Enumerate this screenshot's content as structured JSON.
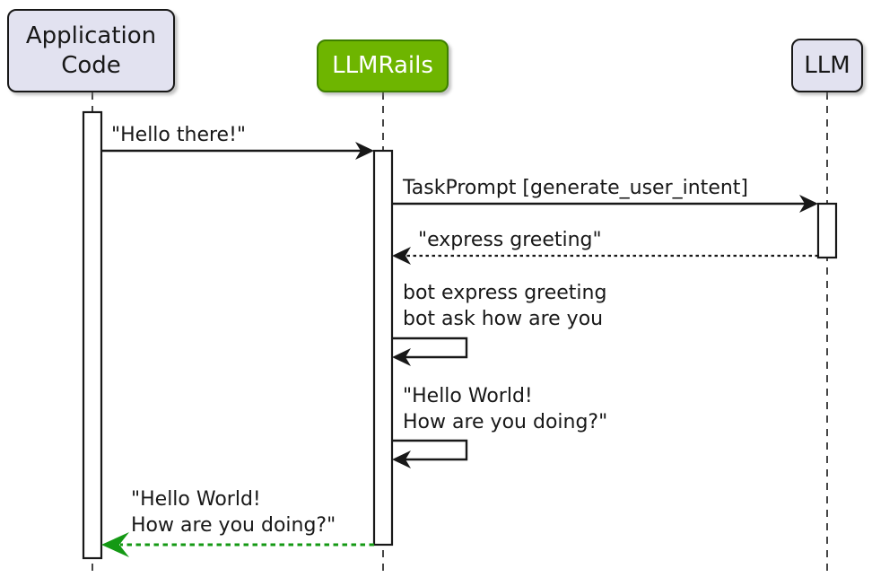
{
  "diagram_type": "uml-sequence-diagram",
  "participants": {
    "app": {
      "line1": "Application",
      "line2": "Code"
    },
    "rails": {
      "label": "LLMRails"
    },
    "llm": {
      "label": "LLM"
    }
  },
  "messages": {
    "hello_there": "\"Hello there!\"",
    "task_prompt": "TaskPrompt [generate_user_intent]",
    "express_greeting": "\"express greeting\"",
    "bot_intent_line1": "bot express greeting",
    "bot_intent_line2": "bot ask how are you",
    "bot_utterance_line1": "\"Hello World!",
    "bot_utterance_line2": "How are you doing?\"",
    "return_line1": "\"Hello World!",
    "return_line2": "How are you doing?\""
  },
  "colors": {
    "participant_fill": "#E2E2F0",
    "participant_border": "#181818",
    "rails_fill": "#6EB500",
    "rails_border": "#3E8000",
    "rails_text": "#FFFFFF",
    "line_color": "#181818",
    "activation_fill": "#FFFFFF",
    "return_arrow_green": "#149914",
    "text_color": "#181818",
    "background": "#FFFFFF"
  }
}
